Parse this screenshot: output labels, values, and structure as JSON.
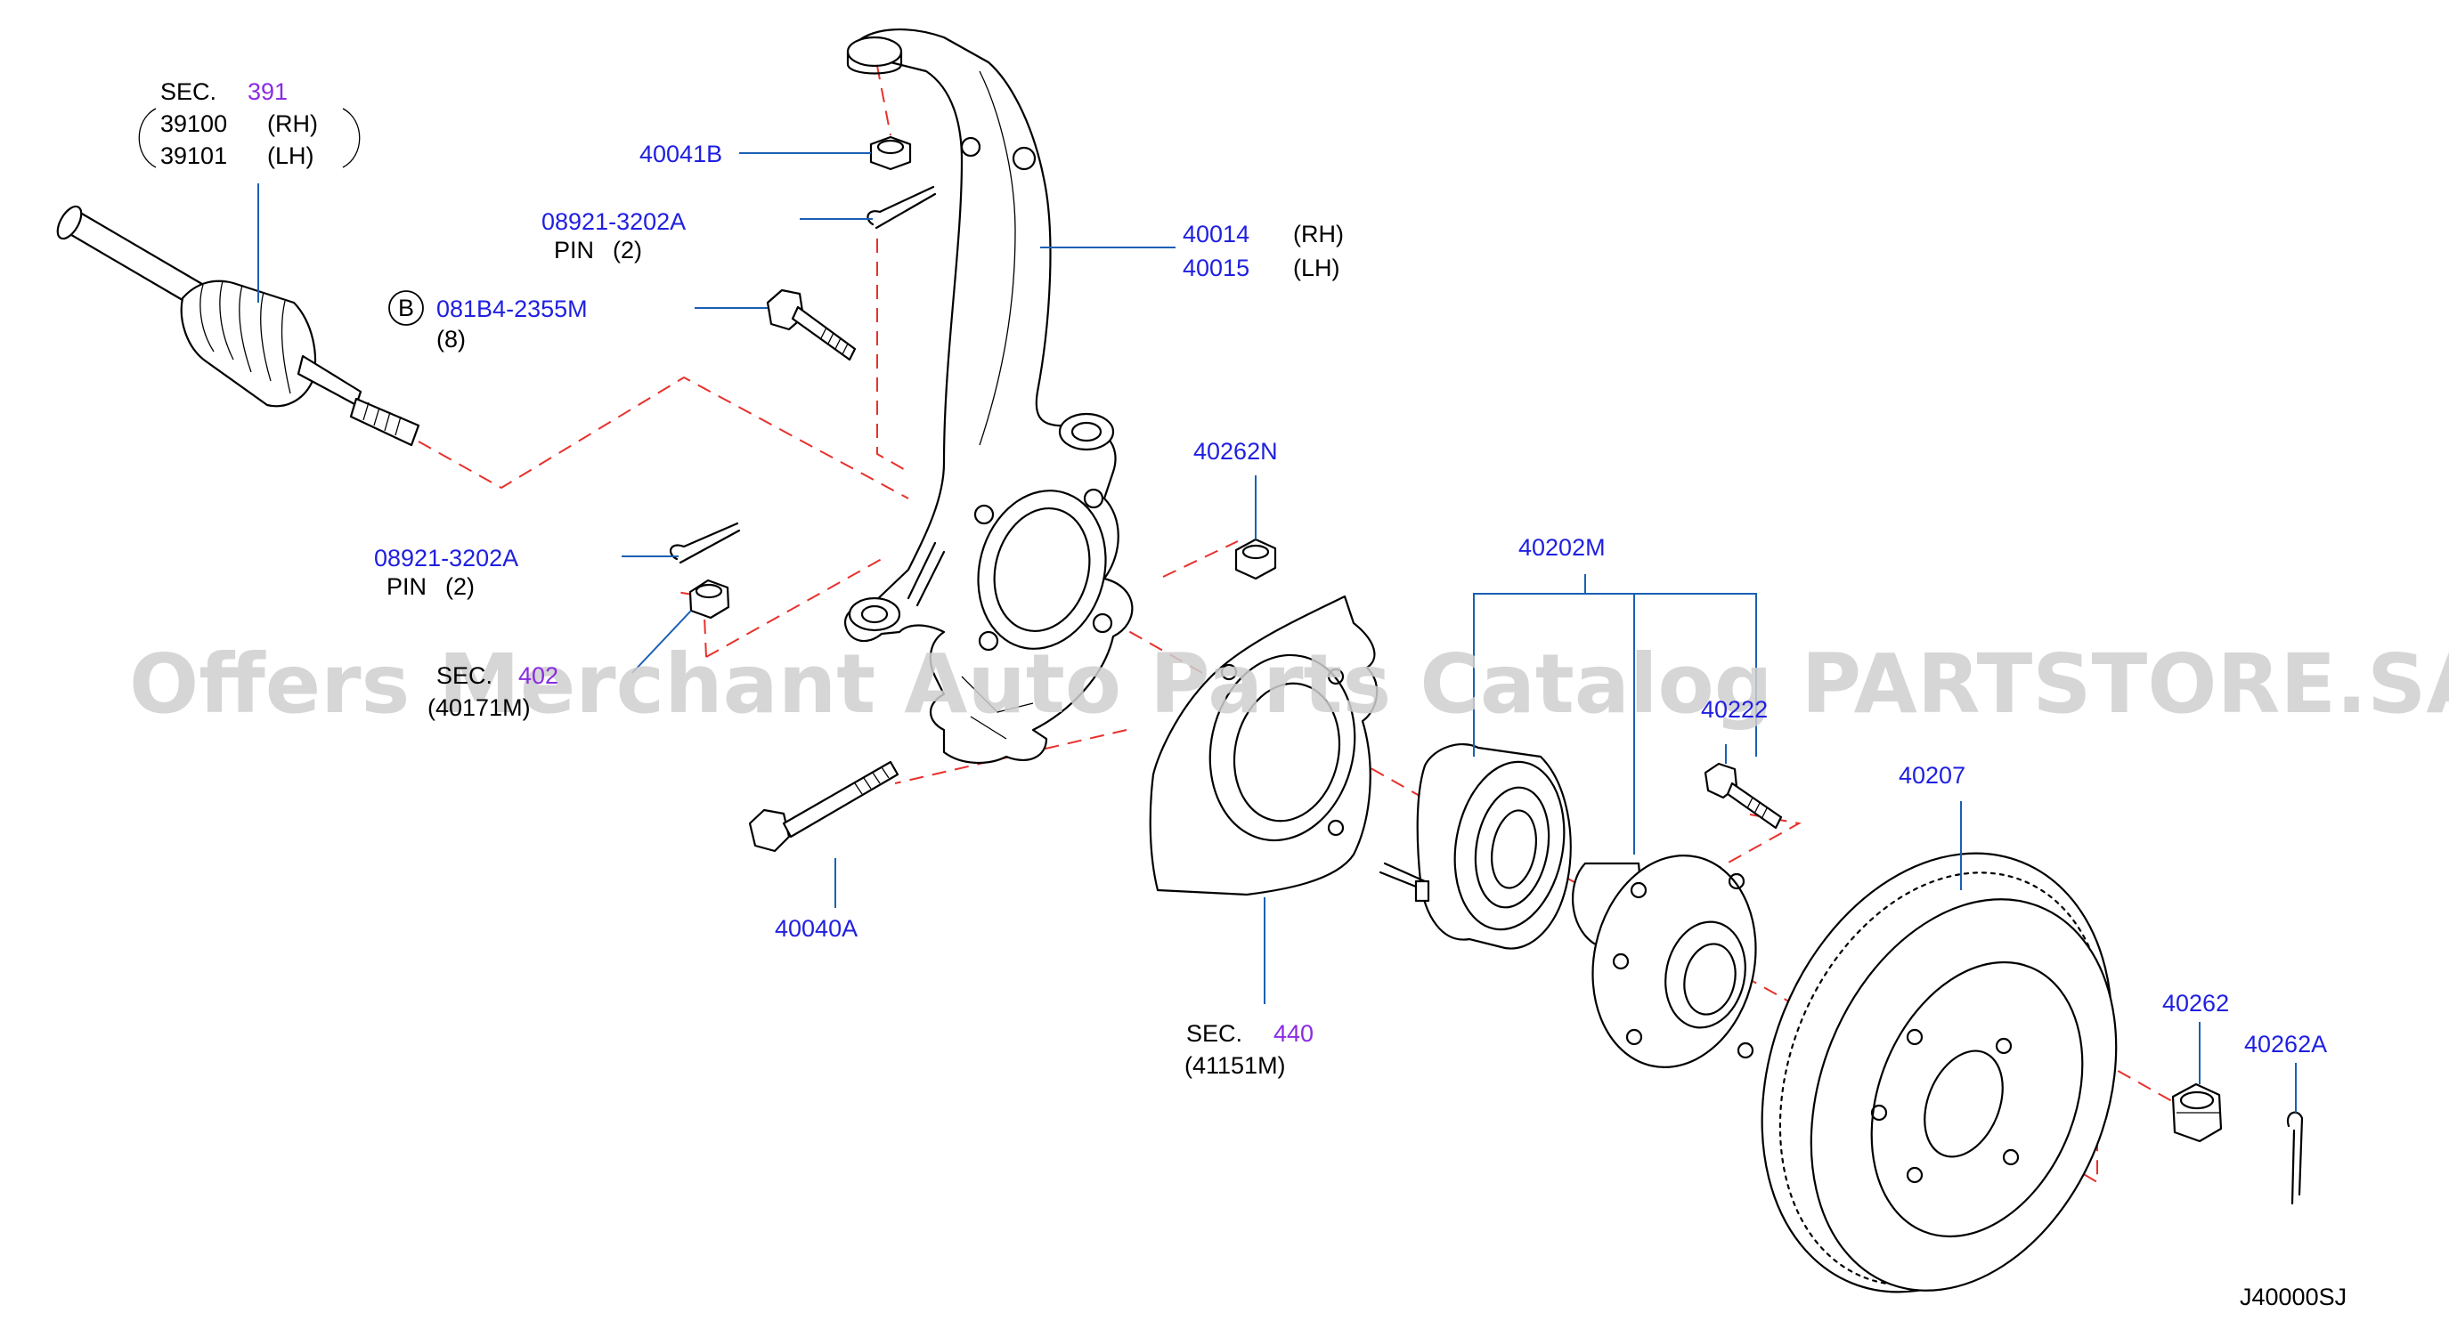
{
  "watermark": "Offers Merchant Auto Parts Catalog PARTSTORE.SA",
  "diagram_code": "J40000SJ",
  "colors": {
    "part_number": "#1f1fe0",
    "section_number": "#8a2be2",
    "leader": "#1a5fb4",
    "dashed_guide": "#e8302b"
  },
  "callouts": {
    "drive_shaft": {
      "sec": "SEC.",
      "sec_no": "391",
      "line1_no": "39100",
      "line1_side": "(RH)",
      "line2_no": "39101",
      "line2_side": "(LH)"
    },
    "nut_top": {
      "part": "40041B"
    },
    "pin_top": {
      "part": "08921-3202A",
      "desc": "PIN",
      "qty": "(2)"
    },
    "knuckle": {
      "line1_no": "40014",
      "line1_side": "(RH)",
      "line2_no": "40015",
      "line2_side": "(LH)"
    },
    "bolt_b": {
      "marker": "B",
      "part": "081B4-2355M",
      "qty": "(8)"
    },
    "pin_lower": {
      "part": "08921-3202A",
      "desc": "PIN",
      "qty": "(2)"
    },
    "sec_402": {
      "sec": "SEC.",
      "sec_no": "402",
      "sub": "(40171M)"
    },
    "nut_40262N": {
      "part": "40262N"
    },
    "bolt_40040A": {
      "part": "40040A"
    },
    "hub_assy": {
      "part": "40202M"
    },
    "hub_bolt": {
      "part": "40222"
    },
    "rotor": {
      "part": "40207"
    },
    "sec_440": {
      "sec": "SEC.",
      "sec_no": "440",
      "sub": "(41151M)"
    },
    "hub_nut": {
      "part": "40262"
    },
    "cotter_pin": {
      "part": "40262A"
    }
  }
}
